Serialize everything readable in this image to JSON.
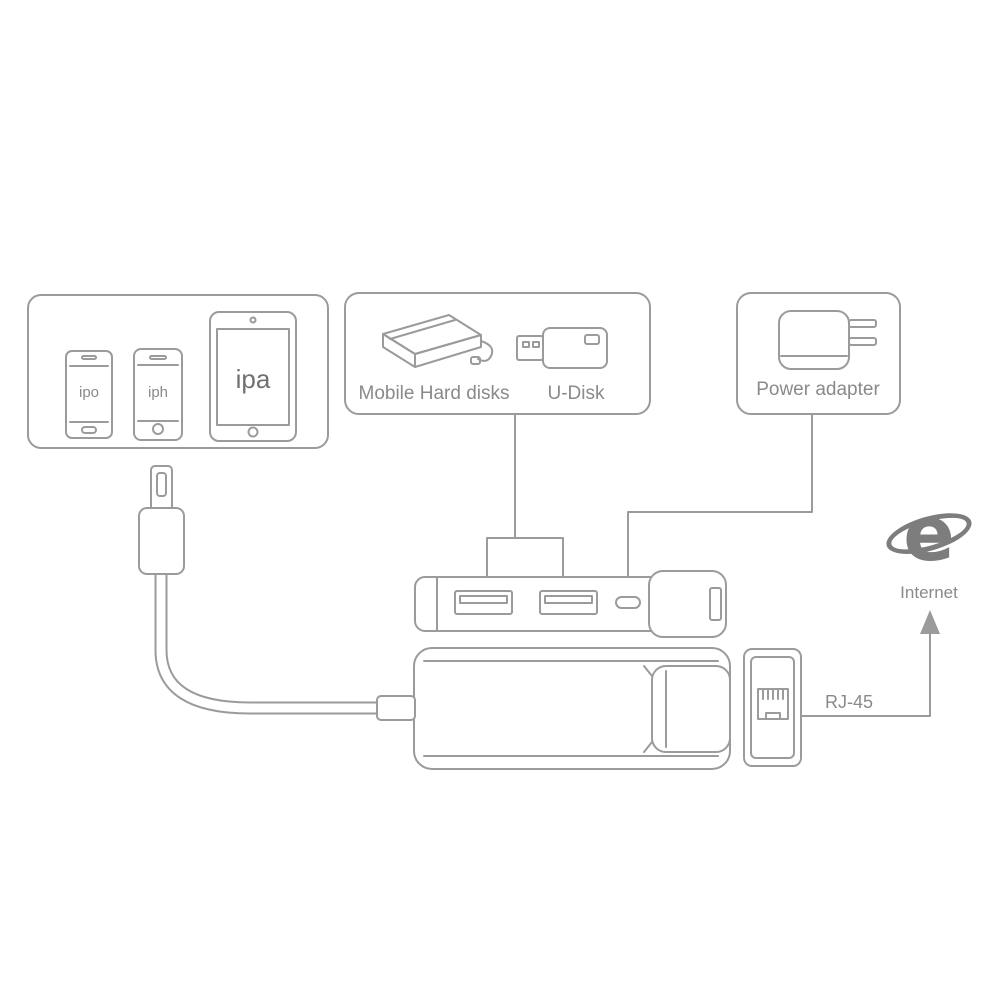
{
  "colors": {
    "line": "#9b9b9b",
    "text": "#8a8a8a",
    "background": "#ffffff"
  },
  "boxes": {
    "devices": {
      "ipod_label": "ipo",
      "iphone_label": "iph",
      "ipad_label": "ipa"
    },
    "storage": {
      "hdd_label": "Mobile Hard disks",
      "udisk_label": "U-Disk"
    },
    "power": {
      "label": "Power adapter"
    }
  },
  "ethernet": {
    "port_label": "RJ-45",
    "internet_label": "Internet"
  },
  "icons": {
    "internet_explorer_glyph": "e",
    "arrow_up": "arrow-up-icon"
  }
}
